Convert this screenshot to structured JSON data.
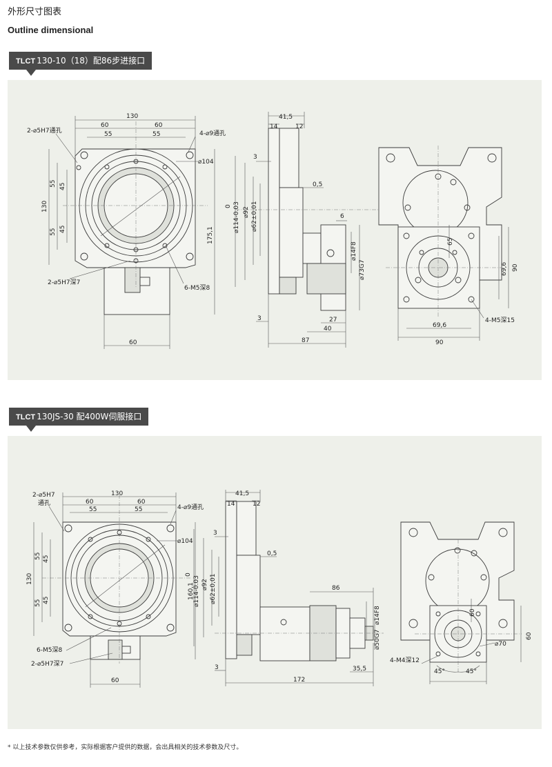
{
  "header": {
    "title_cn": "外形尺寸图表",
    "title_en": "Outline dimensional"
  },
  "sections": [
    {
      "tag_model": "TLCT",
      "tag_rest": "130-10（18）配86步进接口",
      "dims": {
        "w130": "130",
        "w60a": "60",
        "w60b": "60",
        "w55a": "55",
        "w55b": "55",
        "h130": "130",
        "h55a": "55",
        "h45a": "45",
        "h55b": "55",
        "h45b": "45",
        "h175": "175,1",
        "bottom60": "60",
        "hole2": "2-⌀5H7通孔",
        "hole4": "4-⌀9通孔",
        "d104": "⌀104",
        "hole2b": "2-⌀5H7深7",
        "m5": "6-M5深8",
        "s41": "41,5",
        "s14": "14",
        "s12": "12",
        "s3a": "3",
        "s05": "0,5",
        "s0": "0",
        "s114": "⌀114-0.03",
        "s92": "⌀92",
        "s62": "⌀62±0,01",
        "s6": "6",
        "s14f8": "⌀14F8",
        "s73": "⌀73G7",
        "s3b": "3",
        "s27": "27",
        "s40": "40",
        "s87": "87",
        "r65": "65",
        "r696": "69,6",
        "r90": "90",
        "r696b": "69,6",
        "r90b": "90",
        "rm5": "4-M5深15"
      }
    },
    {
      "tag_model": "TLCT",
      "tag_rest": "130JS-30 配400W伺服接口",
      "dims": {
        "hole2_l1": "2-⌀5H7",
        "hole2_l2": "通孔",
        "w130": "130",
        "w60a": "60",
        "w60b": "60",
        "w55a": "55",
        "w55b": "55",
        "hole4": "4-⌀9通孔",
        "d104": "⌀104",
        "h130": "130",
        "h55a": "55",
        "h45a": "45",
        "h55b": "55",
        "h45b": "45",
        "h160": "160,1",
        "m5": "6-M5深8",
        "hole2b": "2-⌀5H7深7",
        "bottom60": "60",
        "s41": "41,5",
        "s14": "14",
        "s12": "12",
        "s3a": "3",
        "s05": "0,5",
        "s0": "0",
        "s114": "⌀114-0.03",
        "s92": "⌀92",
        "s62": "⌀62±0,01",
        "s86": "86",
        "s14f8": "⌀14F8",
        "s50": "⌀50G7",
        "s3b": "3",
        "s355": "35,5",
        "s172": "172",
        "r60": "60",
        "r70": "⌀70",
        "rm4": "4-M4深12",
        "a45a": "45°",
        "a45b": "45°",
        "r60b": "60"
      }
    }
  ],
  "footnote": "* 以上技术参数仅供参考，实际根据客户提供的数据，会出具相关的技术参数及尺寸。"
}
